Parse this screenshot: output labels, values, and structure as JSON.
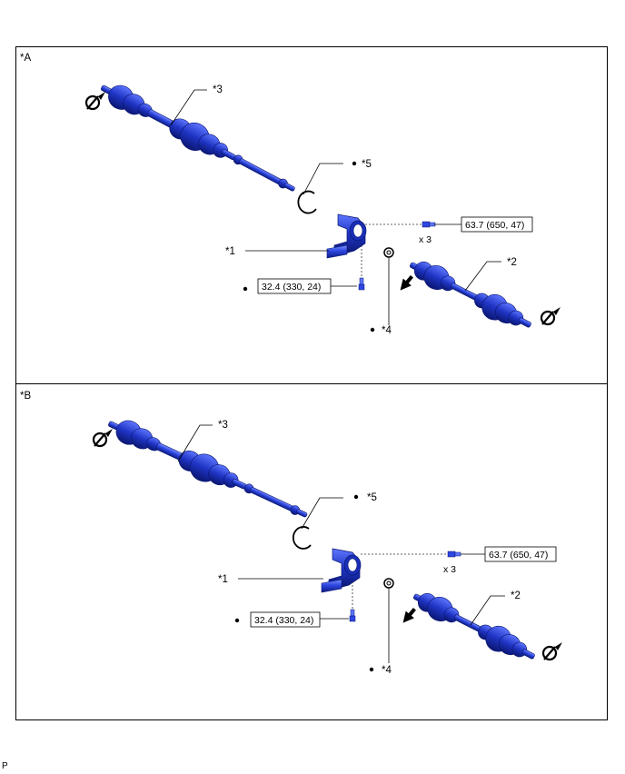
{
  "panels": [
    {
      "id": "A",
      "label": "*A",
      "callouts": {
        "c3": "*3",
        "c5": "*5",
        "c1": "*1",
        "c2": "*2",
        "c4": "*4"
      },
      "torque_right": "63.7 (650, 47)",
      "torque_left": "32.4 (330, 24)",
      "qty": "x 3"
    },
    {
      "id": "B",
      "label": "*B",
      "callouts": {
        "c3": "*3",
        "c5": "*5",
        "c1": "*1",
        "c2": "*2",
        "c4": "*4"
      },
      "torque_right": "63.7 (650, 47)",
      "torque_left": "32.4 (330, 24)",
      "qty": "x 3"
    }
  ],
  "footer_code": "P",
  "colors": {
    "part_dark": "#0d1f8c",
    "part_mid": "#2740d8",
    "part_light": "#6f86ff"
  }
}
